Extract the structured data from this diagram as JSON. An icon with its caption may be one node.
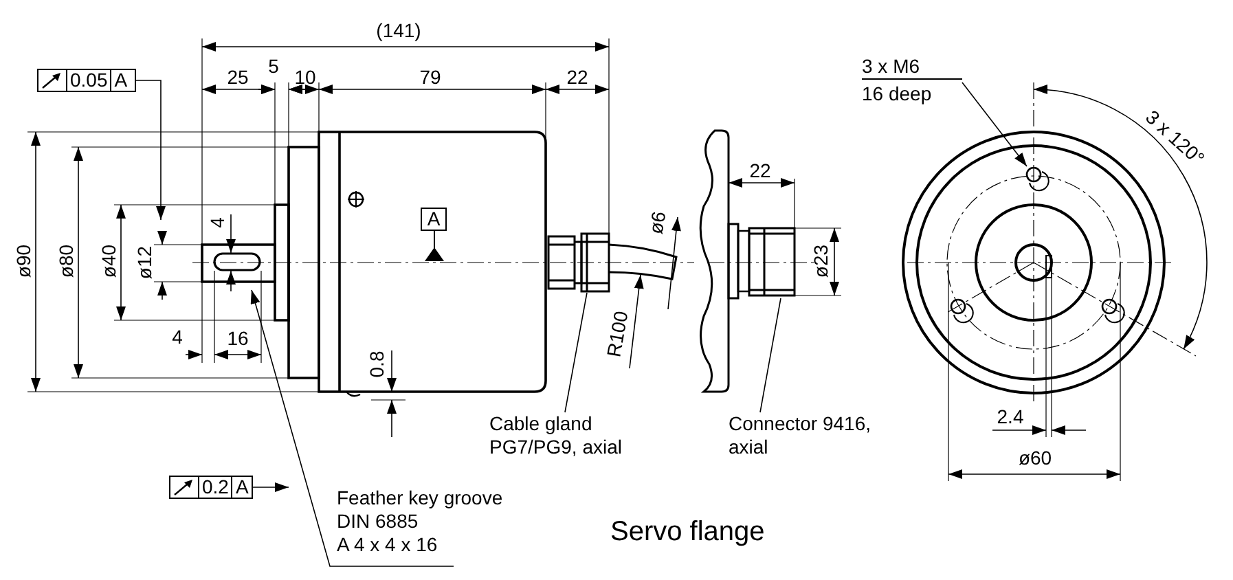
{
  "diagram": {
    "caption": "Servo flange",
    "nodes": [
      {
        "text": [
          "0.05",
          "A"
        ]
      },
      {
        "text": [
          "0.2",
          "A"
        ]
      },
      {
        "text": [
          "Feather key groove",
          "DIN 6885",
          "A 4 x 4 x 16"
        ]
      },
      {
        "text": [
          "Cable gland",
          "PG7/PG9, axial"
        ]
      },
      {
        "text": [
          "Connector 9416,",
          "axial"
        ]
      },
      {
        "text": [
          "3 x M6",
          "16 deep"
        ]
      },
      {
        "text": [
          "A"
        ]
      }
    ],
    "edges": [
      {
        "from": 0,
        "to": null,
        "arrow": "to"
      },
      {
        "from": 1,
        "to": null,
        "arrow": "to"
      },
      {
        "from": 2,
        "to": null,
        "arrow": "to"
      },
      {
        "from": 3,
        "to": null,
        "arrow": "none"
      },
      {
        "from": 4,
        "to": null,
        "arrow": "none"
      },
      {
        "from": 5,
        "to": null,
        "arrow": "to"
      }
    ],
    "labels": [
      "(141)",
      "25",
      "5",
      "10",
      "79",
      "22",
      "ø90",
      "ø80",
      "ø40",
      "ø12",
      "4",
      "4",
      "16",
      "0.8",
      "ø6",
      "R100",
      "22",
      "ø23",
      "3 x 120°",
      "2.4",
      "ø60"
    ]
  }
}
